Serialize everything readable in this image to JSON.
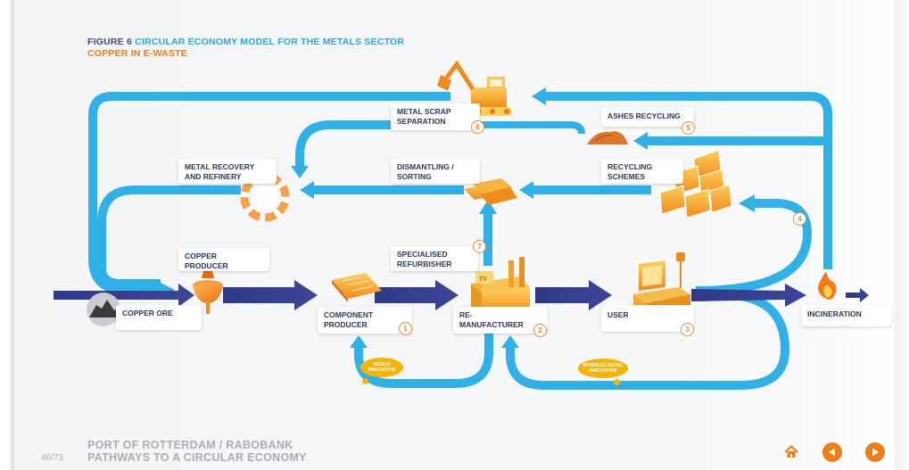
{
  "header": {
    "figure_label": "FIGURE 6",
    "title": "CIRCULAR ECONOMY MODEL FOR THE METALS SECTOR",
    "subtitle": "COPPER IN E-WASTE"
  },
  "nodes": {
    "copper_ore": "COPPER ORE",
    "copper_producer": [
      "COPPER",
      "PRODUCER"
    ],
    "component_producer": [
      "COMPONENT",
      "PRODUCER"
    ],
    "remanufacturer": [
      "RE-",
      "MANUFACTURER"
    ],
    "user": "USER",
    "incineration": "INCINERATION",
    "metal_recovery": [
      "METAL RECOVERY",
      "AND REFINERY"
    ],
    "dismantling": [
      "DISMANTLING /",
      "SORTING"
    ],
    "recycling_schemes": [
      "RECYCLING",
      "SCHEMES"
    ],
    "metal_scrap": [
      "METAL SCRAP",
      "SEPARATION"
    ],
    "ashes_recycling": "ASHES RECYCLING",
    "specialised_refurbisher": [
      "SPECIALISED",
      "REFURBISHER"
    ]
  },
  "step_numbers": {
    "component_producer": "1",
    "remanufacturer": "2",
    "user": "3",
    "recycling_loop": "4",
    "ashes": "5",
    "metal_scrap": "6",
    "refurbisher": "7"
  },
  "bubbles": {
    "design": [
      "DESIGN",
      "INNOVATION"
    ],
    "business": [
      "BUSINESS MODEL",
      "INNOVATION"
    ]
  },
  "footer": {
    "page": "46/73",
    "line1": "PORT OF ROTTERDAM / RABOBANK",
    "line2": "PATHWAYS TO A CIRCULAR ECONOMY"
  },
  "colors": {
    "title_navy": "#3a4a86",
    "title_blue": "#2aa8e0",
    "subtitle_orange": "#f07d1a",
    "flow_navy": "#3b3f8f",
    "loop_blue": "#2fb0e6",
    "nav_orange": "#f07d1a"
  },
  "icons": {
    "home": "home-icon",
    "previous": "triangle-left-icon",
    "next": "triangle-right-icon"
  }
}
